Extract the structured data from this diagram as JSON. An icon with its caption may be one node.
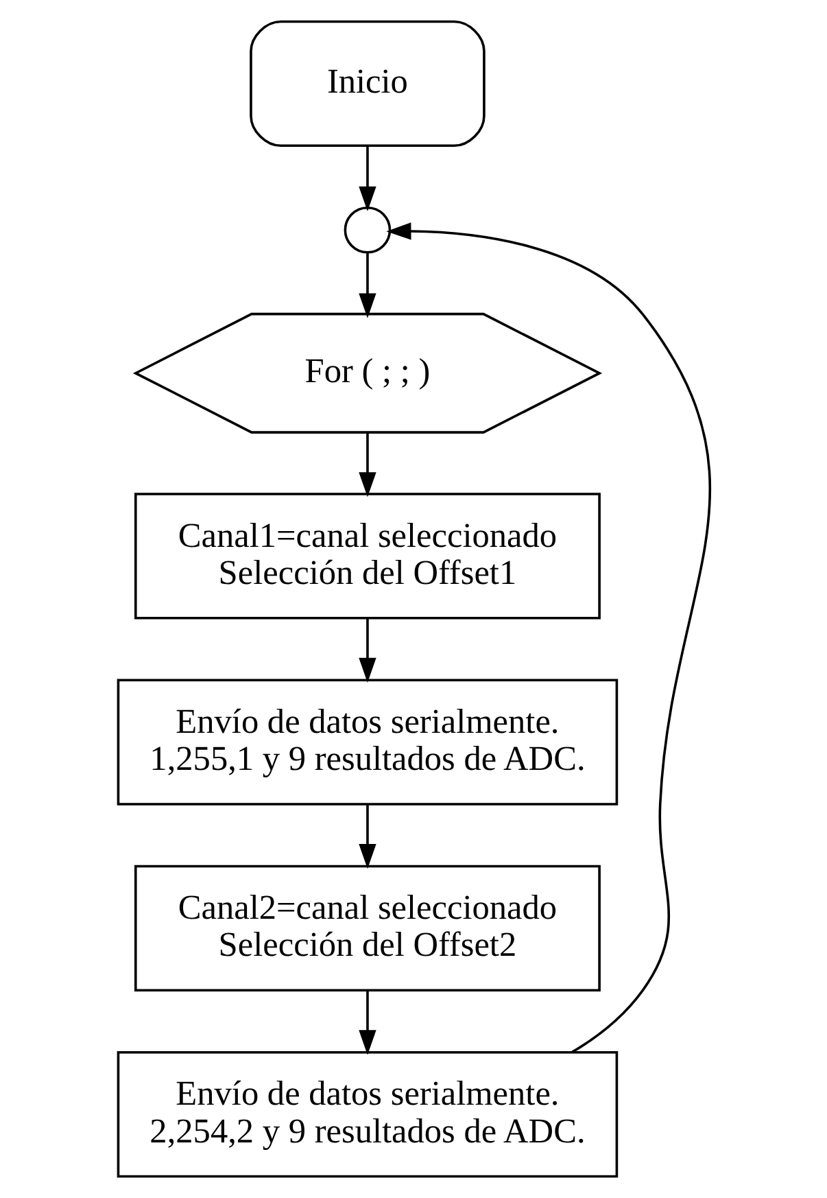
{
  "diagram": {
    "nodes": [
      {
        "text": [
          "Inicio"
        ]
      },
      {
        "text": [],
        "shape": "circle"
      },
      {
        "text": [
          "For ( ; ; )"
        ]
      },
      {
        "text": [
          "Canal1=canal seleccionado",
          "Selección del Offset1"
        ]
      },
      {
        "text": [
          "Envío de datos serialmente.",
          "1,255,1 y 9 resultados de ADC."
        ]
      },
      {
        "text": [
          "Canal2=canal seleccionado",
          "Selección del Offset2"
        ]
      },
      {
        "text": [
          "Envío de datos serialmente.",
          "2,254,2 y 9 resultados de ADC."
        ]
      }
    ],
    "edges": [
      {
        "from": 0,
        "to": 1,
        "arrow": "to"
      },
      {
        "from": 1,
        "to": 2,
        "arrow": "to"
      },
      {
        "from": 2,
        "to": 3,
        "arrow": "to"
      },
      {
        "from": 3,
        "to": 4,
        "arrow": "to"
      },
      {
        "from": 4,
        "to": 5,
        "arrow": "to"
      },
      {
        "from": 5,
        "to": 6,
        "arrow": "to"
      },
      {
        "from": 6,
        "to": 1,
        "arrow": "to"
      }
    ]
  }
}
